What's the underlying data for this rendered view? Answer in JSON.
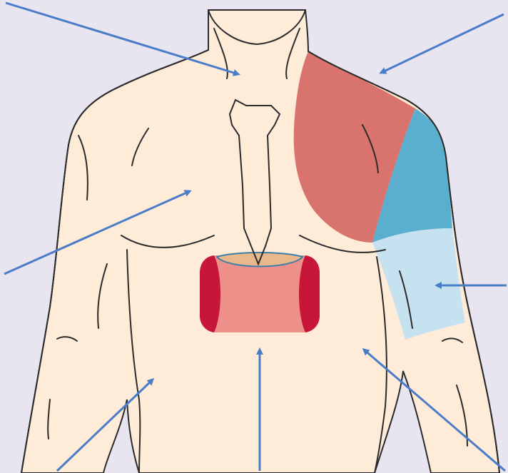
{
  "colors": {
    "background": "#e8e5f1",
    "skin": "#feebd8",
    "outline": "#2b2b2b",
    "deltoid_region": "#d9736e",
    "upper_arm_region": "#5aafcf",
    "lower_arm_region": "#c6e2f0",
    "abdomen_patch": "#ec9089",
    "abdomen_patch_sides": "#c8163a",
    "sternum_notch_fill": "#e9b98b",
    "pointer_arrows": "#4a7cc7"
  },
  "pointers": [
    {
      "name": "neck-arrow"
    },
    {
      "name": "top-shoulder-arrow"
    },
    {
      "name": "chest-arrow"
    },
    {
      "name": "upper-arm-arrow"
    },
    {
      "name": "abdomen-arrow"
    },
    {
      "name": "left-flank-arrow"
    },
    {
      "name": "right-flank-arrow"
    }
  ],
  "labels": []
}
